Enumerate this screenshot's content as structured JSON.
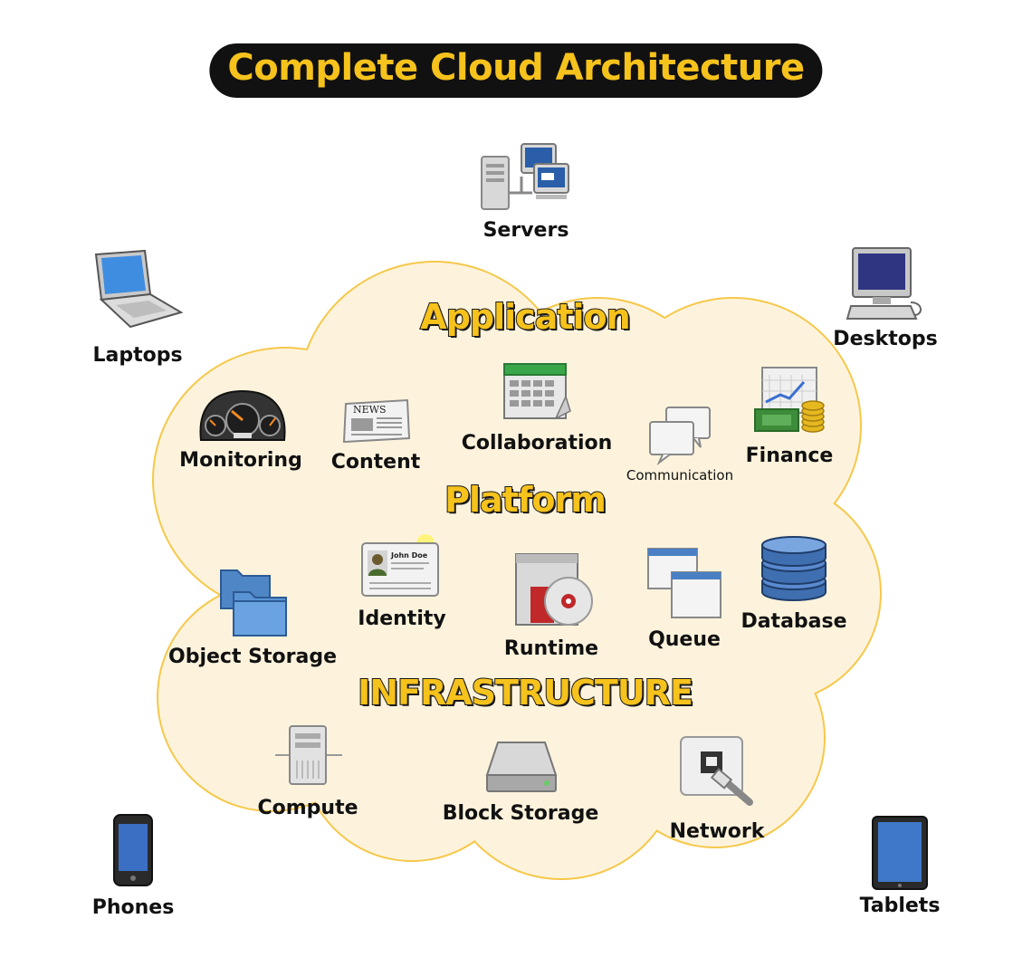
{
  "title": "Complete Cloud Architecture",
  "sections": {
    "application": "Application",
    "platform": "Platform",
    "infrastructure": "INFRASTRUCTURE"
  },
  "clients": {
    "servers": "Servers",
    "laptops": "Laptops",
    "desktops": "Desktops",
    "phones": "Phones",
    "tablets": "Tablets"
  },
  "application_items": {
    "monitoring": "Monitoring",
    "content": "Content",
    "collaboration": "Collaboration",
    "communication": "Communication",
    "finance": "Finance"
  },
  "platform_items": {
    "object_storage": "Object Storage",
    "identity": "Identity",
    "runtime": "Runtime",
    "queue": "Queue",
    "database": "Database"
  },
  "infrastructure_items": {
    "compute": "Compute",
    "block_storage": "Block Storage",
    "network": "Network"
  },
  "icon_text": {
    "news": "NEWS",
    "id_name": "John Doe"
  },
  "colors": {
    "cloud_fill": "#fdf3dd",
    "cloud_outline": "#f6c84a",
    "accent_yellow": "#f6c21c",
    "ink": "#111111"
  }
}
